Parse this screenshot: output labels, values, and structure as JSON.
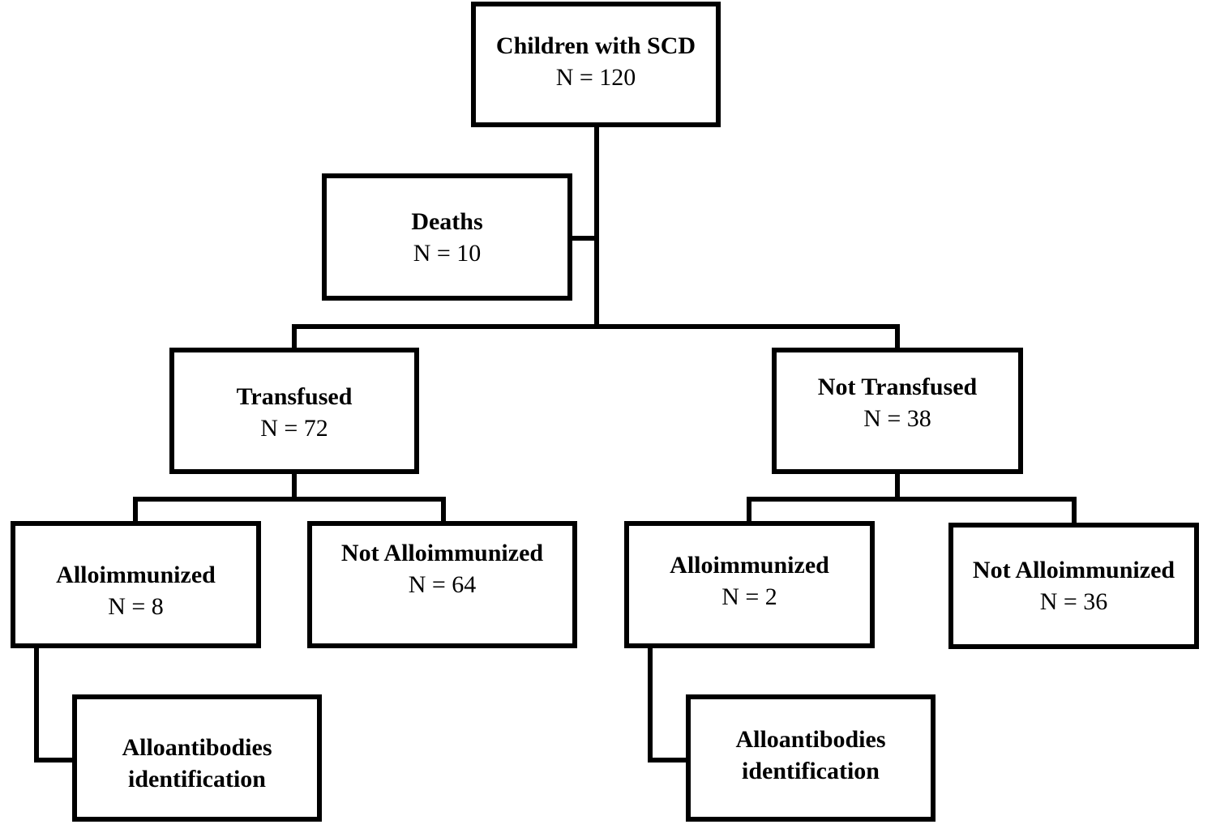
{
  "flowchart": {
    "root": {
      "title": "Children with SCD",
      "count": "N = 120"
    },
    "deaths": {
      "title": "Deaths",
      "count": "N = 10"
    },
    "transfused": {
      "title": "Transfused",
      "count": "N = 72"
    },
    "not_transfused": {
      "title": "Not Transfused",
      "count": "N = 38"
    },
    "transfused_alloimmunized": {
      "title": "Alloimmunized",
      "count": "N = 8"
    },
    "transfused_not_alloimmunized": {
      "title": "Not Alloimmunized",
      "count": "N = 64"
    },
    "not_transfused_alloimmunized": {
      "title": "Alloimmunized",
      "count": "N = 2"
    },
    "not_transfused_not_alloimmunized": {
      "title": "Not Alloimmunized",
      "count": "N = 36"
    },
    "transfused_identification": {
      "line1": "Alloantibodies",
      "line2": "identification"
    },
    "not_transfused_identification": {
      "line1": "Alloantibodies",
      "line2": "identification"
    }
  }
}
